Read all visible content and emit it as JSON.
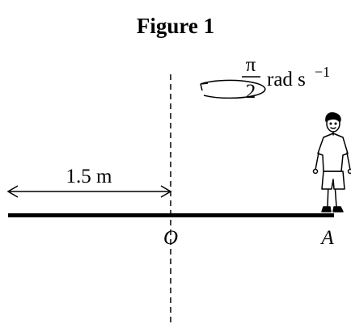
{
  "figure": {
    "title": "Figure 1",
    "angular_velocity": {
      "numerator": "π",
      "denominator": "2",
      "units": "rad s",
      "exponent": "−1"
    },
    "distance_label": "1.5 m",
    "point_o": "O",
    "point_a": "A"
  },
  "colors": {
    "ink": "#000000",
    "background": "#ffffff"
  },
  "icons": {
    "rotation": "rotation-arrow-icon",
    "person": "person-figure-icon"
  }
}
